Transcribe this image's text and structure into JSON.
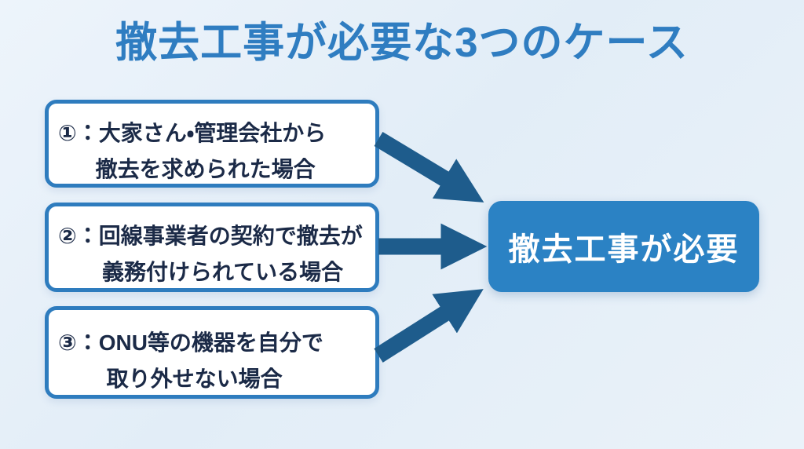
{
  "title": "撤去工事が必要な3つのケース",
  "cases": [
    {
      "id": 1,
      "line1": "①：大家さん・管理会社から",
      "line2": "撤去を求められた場合"
    },
    {
      "id": 2,
      "line1": "②：回線事業者の契約で撤去が",
      "line2": "義務付けられている場合"
    },
    {
      "id": 3,
      "line1": "③：ONU等の機器を自分で",
      "line2": "取り外せない場合"
    }
  ],
  "result": {
    "label": "撤去工事が必要"
  },
  "colors": {
    "accent": "#2e7cbe",
    "title": "#2f7dc1",
    "boxtext": "#1b2a47",
    "arrow": "#1e5c8c",
    "result-bg": "#2b82c4",
    "result-text": "#ffffff"
  }
}
